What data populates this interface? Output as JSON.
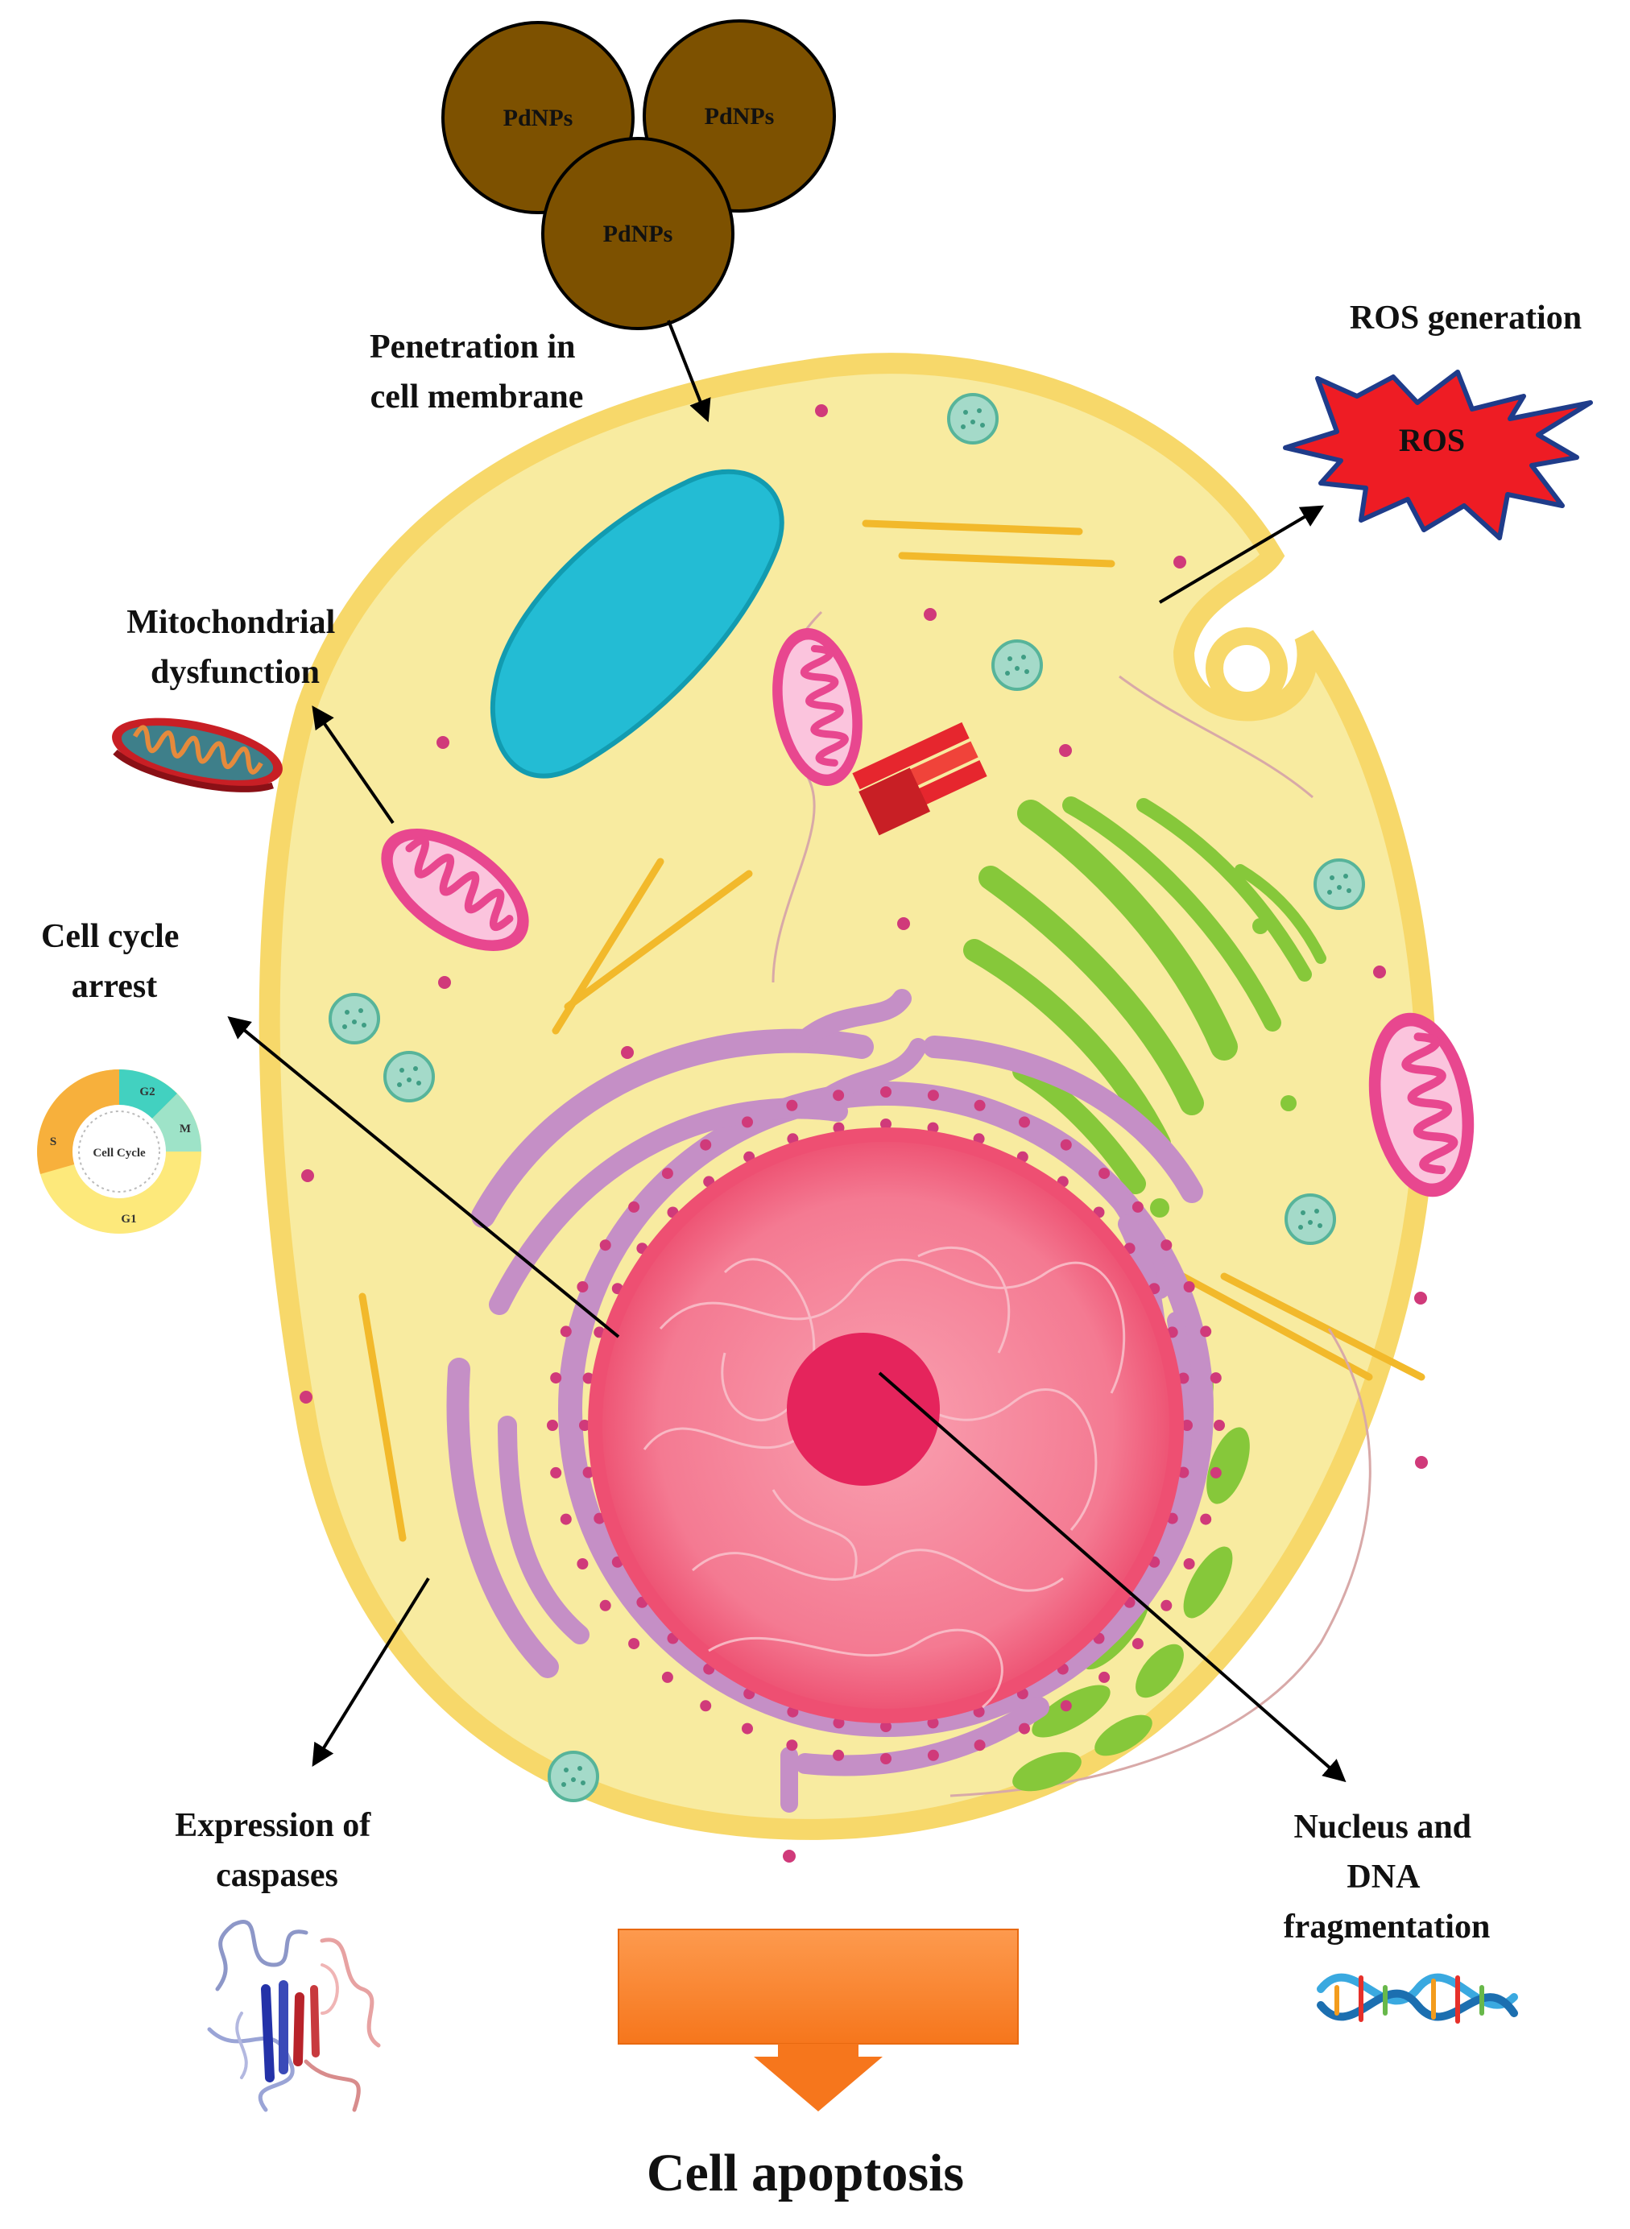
{
  "nanoparticles": [
    "PdNPs",
    "PdNPs",
    "PdNPs"
  ],
  "labels": {
    "penetration": [
      "Penetration in",
      "cell membrane"
    ],
    "ros_generation": "ROS generation",
    "ros_burst": "ROS",
    "mitochondrial": [
      "Mitochondrial",
      "dysfunction"
    ],
    "cell_cycle": [
      "Cell cycle",
      "arrest"
    ],
    "caspases": [
      "Expression of",
      "caspases"
    ],
    "nucleus": [
      "Nucleus and",
      "DNA",
      "fragmentation"
    ],
    "outcome": "Cell apoptosis"
  },
  "cell_cycle_wheel": {
    "center": "Cell Cycle",
    "phases": [
      "G2",
      "M",
      "G1",
      "S"
    ]
  },
  "colors": {
    "cytoplasm": "#f8eba0",
    "membrane": "#f7d86a",
    "nucleus": "#f05a78",
    "nucleolus": "#e5245c",
    "er": "#c58fc6",
    "golgi": "#86c83a",
    "mitochondria": "#e84c93",
    "vacuole": "#23bcd4",
    "nanoparticle": "#7d5100",
    "ros": "#ee1c24",
    "arrow": "#f97a1c"
  }
}
